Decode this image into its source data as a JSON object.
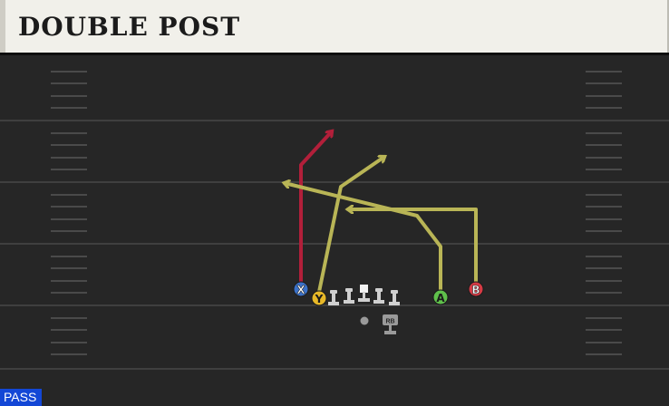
{
  "play": {
    "name": "DOUBLE POST",
    "type": "PASS",
    "receivers": [
      {
        "label": "X",
        "color": "#3b71c8"
      },
      {
        "label": "Y",
        "color": "#e7b828"
      },
      {
        "label": "A",
        "color": "#5fc04b"
      },
      {
        "label": "B",
        "color": "#d53b45"
      }
    ],
    "running_back": {
      "label": "RB"
    }
  },
  "colors": {
    "field": "#262626",
    "yard_line": "#3f3f3f",
    "hash": "#4a4a4a",
    "route_primary": "#b21f3a",
    "route_secondary": "#b9b556",
    "title_background": "#f1f0ea",
    "play_type_badge": "#1347d6"
  }
}
